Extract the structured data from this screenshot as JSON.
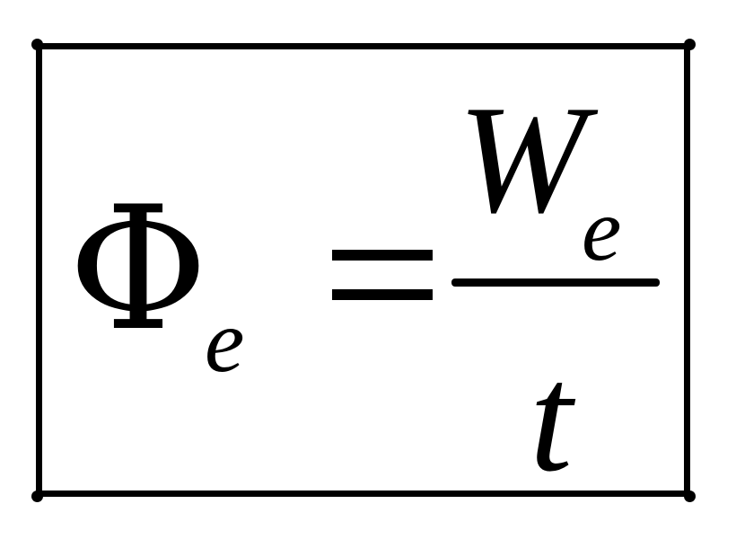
{
  "formula": {
    "lhs_symbol": "Φ",
    "lhs_subscript": "e",
    "numerator_symbol": "W",
    "numerator_subscript": "e",
    "denominator_symbol": "t"
  }
}
